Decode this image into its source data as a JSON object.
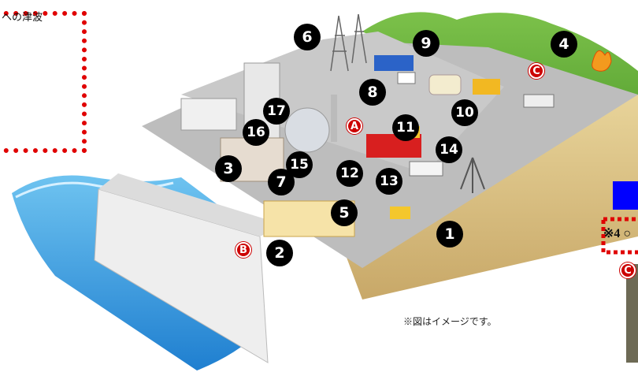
{
  "callout_left": {
    "text": "への津波"
  },
  "callout_right": {
    "text": "※4 ○"
  },
  "note": "※図はイメージです。",
  "markers": [
    {
      "label": "1",
      "style": "num"
    },
    {
      "label": "2",
      "style": "num"
    },
    {
      "label": "3",
      "style": "num"
    },
    {
      "label": "4",
      "style": "num"
    },
    {
      "label": "5",
      "style": "num"
    },
    {
      "label": "6",
      "style": "num"
    },
    {
      "label": "7",
      "style": "num"
    },
    {
      "label": "8",
      "style": "num"
    },
    {
      "label": "9",
      "style": "num"
    },
    {
      "label": "10",
      "style": "num"
    },
    {
      "label": "11",
      "style": "num"
    },
    {
      "label": "12",
      "style": "num"
    },
    {
      "label": "13",
      "style": "num"
    },
    {
      "label": "14",
      "style": "num"
    },
    {
      "label": "15",
      "style": "num"
    },
    {
      "label": "16",
      "style": "num"
    },
    {
      "label": "17",
      "style": "num"
    },
    {
      "label": "A",
      "style": "letter"
    },
    {
      "label": "B",
      "style": "letter"
    },
    {
      "label": "C",
      "style": "letter"
    },
    {
      "label": "C",
      "style": "letter"
    }
  ]
}
